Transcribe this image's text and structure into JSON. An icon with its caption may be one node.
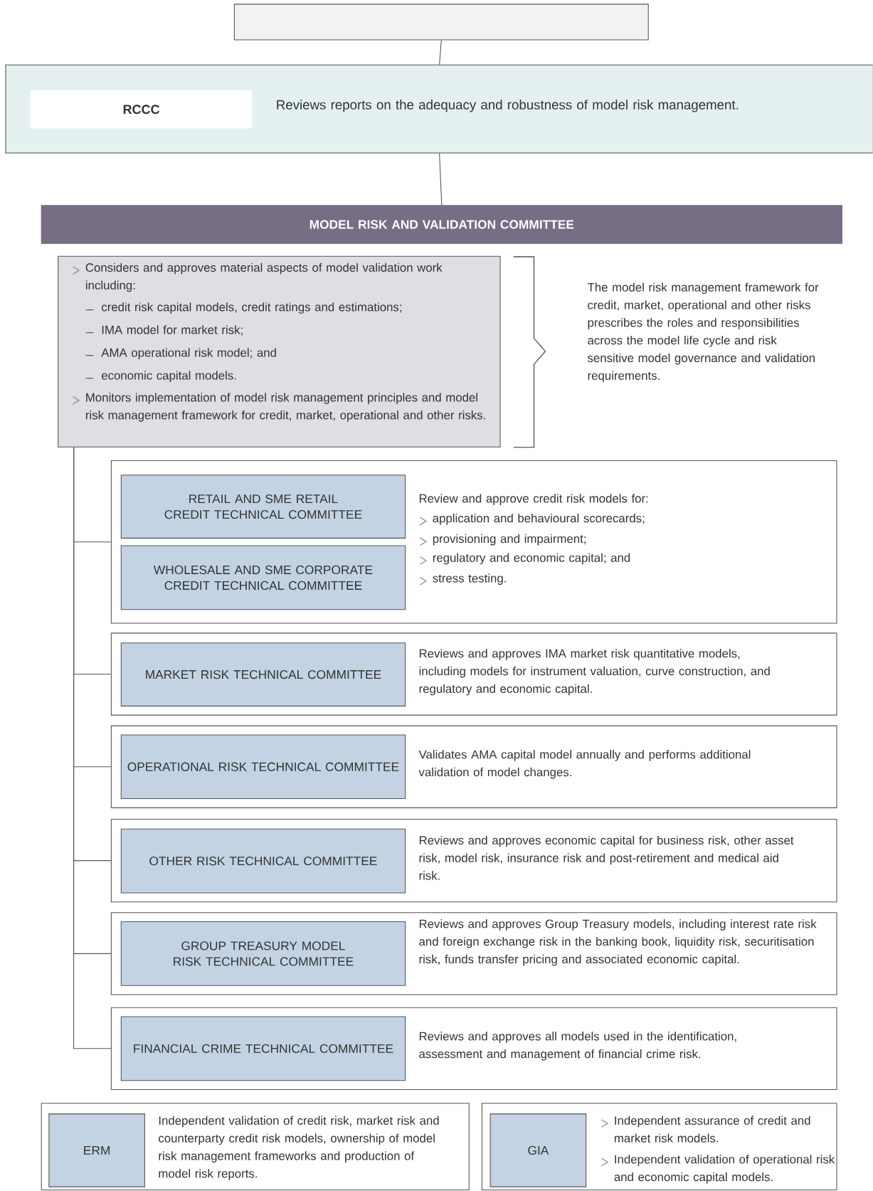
{
  "diagram": {
    "nodes": [
      {
        "text": [],
        "shape": "box"
      },
      {
        "text": [
          "Reviews reports on the adequacy and robustness of model risk management."
        ]
      },
      {
        "text": [
          "RCCC"
        ],
        "in": 1
      },
      {
        "text": [
          "MODEL RISK AND VALIDATION COMMITTEE"
        ]
      },
      {
        "text": [
          "Considers and approves material aspects of model validation work including:",
          "credit risk capital models, credit ratings and estimations;",
          "IMA model for market risk;",
          "AMA operational risk model; and",
          "economic capital models.",
          "Monitors implementation of model risk management principles and model risk management framework for credit, market, operational and other risks."
        ]
      },
      {
        "text": [
          "Review and approve credit risk models for:",
          "application and behavioural scorecards;",
          "provisioning and impairment;",
          "regulatory and economic capital; and",
          "stress testing."
        ]
      },
      {
        "text": [
          "RETAIL AND SME RETAIL CREDIT TECHNICAL COMMITTEE"
        ],
        "in": 5
      },
      {
        "text": [
          "WHOLESALE AND SME CORPORATE CREDIT TECHNICAL COMMITTEE"
        ],
        "in": 5
      },
      {
        "text": [
          "Reviews and approves IMA market risk quantitative models, including models for instrument valuation, curve construction, and regulatory and economic capital."
        ]
      },
      {
        "text": [
          "MARKET RISK TECHNICAL COMMITTEE"
        ],
        "in": 8
      },
      {
        "text": [
          "Validates AMA capital model annually and performs additional validation of model changes."
        ]
      },
      {
        "text": [
          "OPERATIONAL RISK TECHNICAL COMMITTEE"
        ],
        "in": 10
      },
      {
        "text": [
          "Reviews and approves economic capital for business risk, other asset risk, model risk, insurance risk and post-retirement and medical aid risk."
        ]
      },
      {
        "text": [
          "OTHER RISK TECHNICAL COMMITTEE"
        ],
        "in": 12
      },
      {
        "text": [
          "Reviews and approves Group Treasury models, including interest rate risk and foreign exchange risk in the banking book, liquidity risk, securitisation risk, funds transfer pricing and associated economic capital."
        ]
      },
      {
        "text": [
          "GROUP TREASURY MODEL RISK TECHNICAL COMMITTEE"
        ],
        "in": 14
      },
      {
        "text": [
          "Reviews and approves all models used in the identification, assessment and management of financial crime risk."
        ]
      },
      {
        "text": [
          "FINANCIAL CRIME TECHNICAL COMMITTEE"
        ],
        "in": 16
      },
      {
        "text": [
          "Independent validation of credit risk, market risk and counterparty credit risk models, ownership of model risk management frameworks and production of model risk reports."
        ]
      },
      {
        "text": [
          "ERM"
        ],
        "in": 18
      },
      {
        "text": [
          "Independent assurance of credit and market risk models.",
          "Independent validation of operational risk and economic capital models."
        ]
      },
      {
        "text": [
          "GIA"
        ],
        "in": 20
      }
    ],
    "edges": [
      {
        "from": 0,
        "to": 1,
        "arrow": "none"
      },
      {
        "from": 1,
        "to": 3,
        "arrow": "none"
      },
      {
        "from": 4,
        "to": 5,
        "arrow": "none"
      },
      {
        "from": 4,
        "to": 8,
        "arrow": "none"
      },
      {
        "from": 4,
        "to": 10,
        "arrow": "none"
      },
      {
        "from": 4,
        "to": 12,
        "arrow": "none"
      },
      {
        "from": 4,
        "to": 14,
        "arrow": "none"
      },
      {
        "from": 4,
        "to": 16,
        "arrow": "none"
      }
    ],
    "labels": [
      "The model risk management framework for credit, market, operational and other risks prescribes the roles and responsibilities across the model life cycle and risk sensitive model governance and validation requirements."
    ]
  }
}
